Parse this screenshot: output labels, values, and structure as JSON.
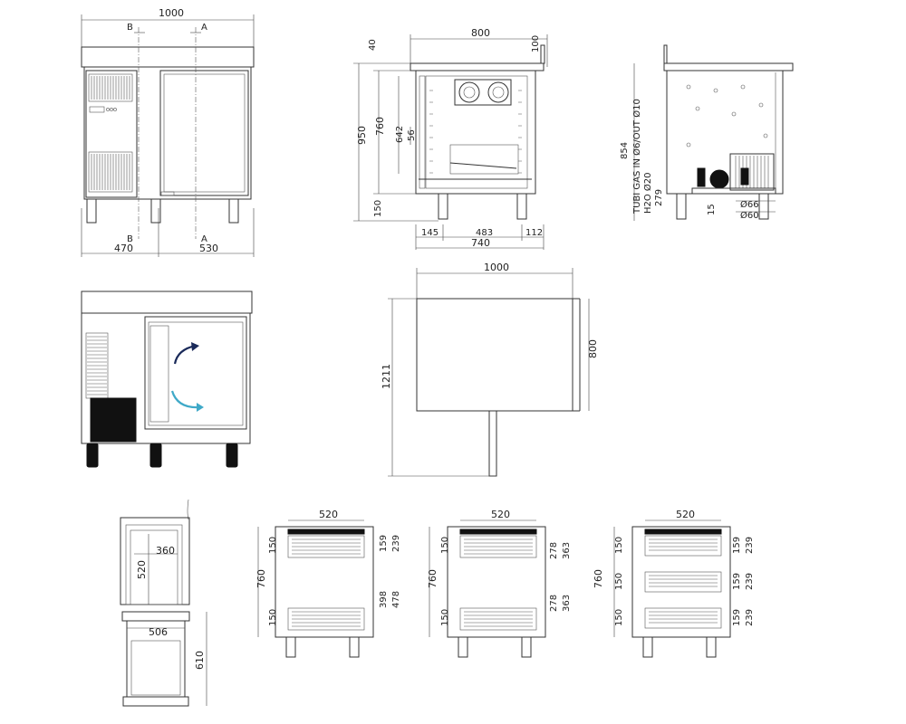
{
  "front_view": {
    "width": "1000",
    "section_b": "B",
    "section_a": "A",
    "left_width": "470",
    "right_width": "530"
  },
  "side_view": {
    "depth": "800",
    "top_thickness": "40",
    "backsplash": "100",
    "total_height": "950",
    "body_height": "760",
    "inner_height": "642",
    "inner_small": "56",
    "leg_height": "150",
    "left_offset": "145",
    "inner_width": "483",
    "right_offset": "112",
    "base_depth": "740"
  },
  "rear_view": {
    "gas_label": "TUBI GAS IN Ø6/OUT Ø10",
    "gas_height": "854",
    "h2o_label": "H2O Ø20",
    "h2o_height": "279",
    "small_height": "15",
    "pipe_66": "Ø66",
    "pipe_60": "Ø60"
  },
  "plan_view": {
    "width": "1000",
    "depth": "800",
    "door_open_depth": "1211"
  },
  "drawer_views": {
    "tray_width": "520",
    "tray_depth": "360",
    "tray_depth_2": "520",
    "frame_width": "506",
    "frame_height": "610",
    "body_height": "760",
    "d1": {
      "h1": "150",
      "h2": "159",
      "h3": "239",
      "h4": "150",
      "h5": "398",
      "h6": "478"
    },
    "d2": {
      "h1": "150",
      "h2": "278",
      "h3": "363",
      "h4": "150",
      "h5": "278",
      "h6": "363"
    },
    "d3": {
      "h1": "150",
      "h2": "159",
      "h3": "239",
      "h4": "150",
      "h5": "159",
      "h6": "239",
      "h7": "150",
      "h8": "159",
      "h9": "239"
    }
  }
}
